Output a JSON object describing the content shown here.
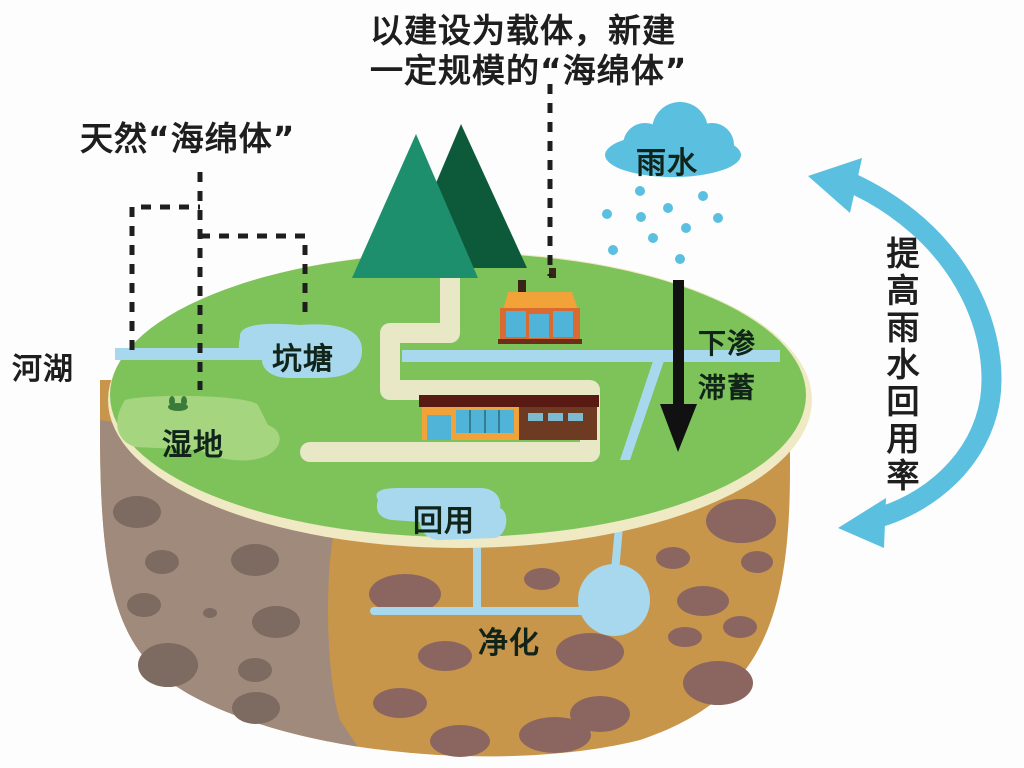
{
  "title_top": {
    "line1": "以建设为载体，新建",
    "line2": "一定规模的“海绵体”"
  },
  "title_natural": "天然“海绵体”",
  "labels": {
    "rain": "雨水",
    "river_lake": "河湖",
    "pond": "坑塘",
    "wetland": "湿地",
    "infiltration_line1": "下渗",
    "infiltration_line2": "滞蓄",
    "reuse": "回用",
    "purify": "净化",
    "cycle": "提高雨水回用率"
  },
  "colors": {
    "grass": "#7dc35a",
    "grass_light": "#a6d57f",
    "water": "#a8d8ee",
    "cloud": "#5bbfe0",
    "cycle_arrow": "#5bbfe0",
    "soil_brown": "#c8964a",
    "soil_gray": "#a08a7c",
    "rock": "#8b6660",
    "tree_light": "#1d8f6c",
    "tree_dark": "#0d5a3b",
    "path": "#e8e7c6",
    "house_roof": "#f1a33a",
    "arrow": "#111111"
  }
}
